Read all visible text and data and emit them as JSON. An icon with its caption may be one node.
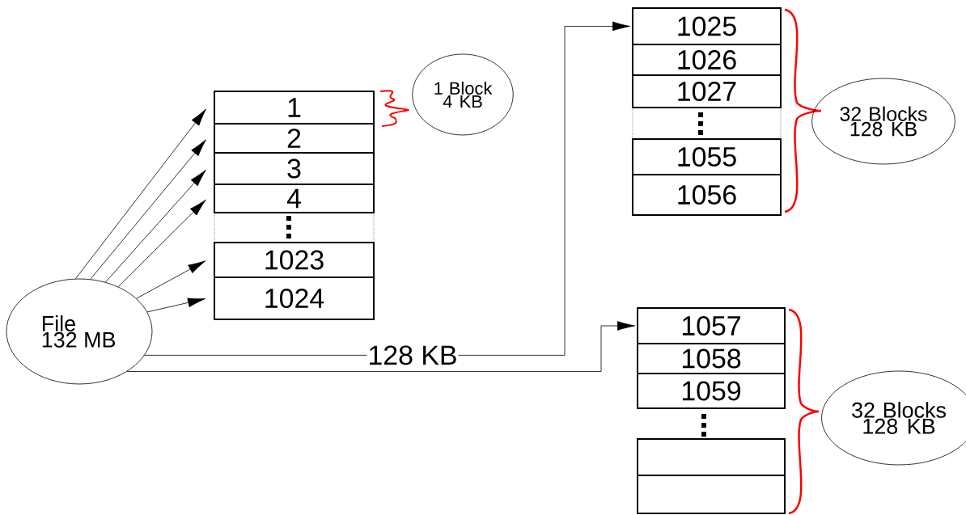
{
  "diagram": {
    "nodes": [
      {
        "text": [
          "File 132 MB"
        ]
      },
      {
        "text": [
          "1"
        ]
      },
      {
        "text": [
          "2"
        ]
      },
      {
        "text": [
          "3"
        ]
      },
      {
        "text": [
          "4"
        ]
      },
      {
        "text": [
          "1023"
        ]
      },
      {
        "text": [
          "1024"
        ]
      },
      {
        "text": [
          "1 Block 4 KB"
        ]
      },
      {
        "text": [
          "1025"
        ]
      },
      {
        "text": [
          "1026"
        ]
      },
      {
        "text": [
          "1027"
        ]
      },
      {
        "text": [
          "1055"
        ]
      },
      {
        "text": [
          "1056"
        ]
      },
      {
        "text": [
          "32 Blocks 128 KB"
        ]
      },
      {
        "text": [
          "1057"
        ]
      },
      {
        "text": [
          "1058"
        ]
      },
      {
        "text": [
          "1059"
        ]
      },
      {
        "text": [],
        "shape": "box"
      },
      {
        "text": [],
        "shape": "box"
      },
      {
        "text": [
          "32 Blocks 128 KB"
        ]
      }
    ],
    "edges": [
      {
        "from": 0,
        "to": 1,
        "arrow": "to"
      },
      {
        "from": 0,
        "to": 2,
        "arrow": "to"
      },
      {
        "from": 0,
        "to": 3,
        "arrow": "to"
      },
      {
        "from": 0,
        "to": 4,
        "arrow": "to"
      },
      {
        "from": 0,
        "to": 5,
        "arrow": "to"
      },
      {
        "from": 0,
        "to": 6,
        "arrow": "to"
      },
      {
        "from": 0,
        "to": 8,
        "arrow": "to",
        "label": "128 KB"
      },
      {
        "from": 0,
        "to": 14,
        "arrow": "to"
      }
    ]
  }
}
